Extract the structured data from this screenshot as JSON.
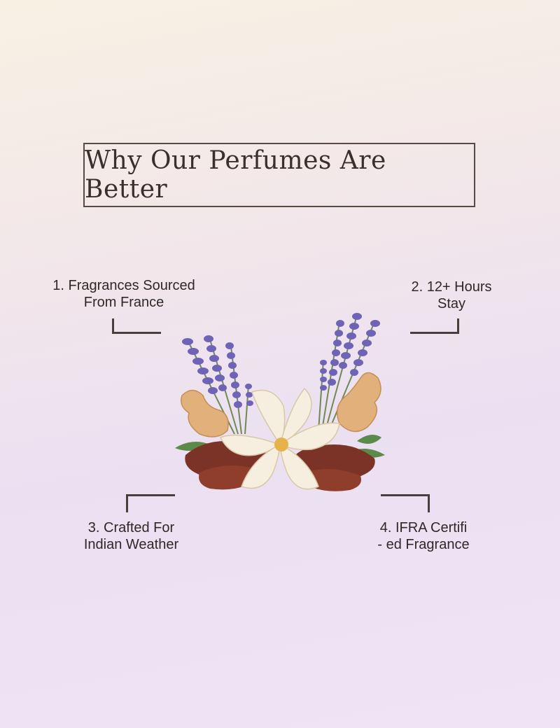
{
  "title": "Why Our Perfumes Are Better",
  "features": [
    {
      "line1": "1. Fragrances Sourced",
      "line2": "From France"
    },
    {
      "line1": "2. 12+ Hours",
      "line2": "Stay"
    },
    {
      "line1": "3. Crafted For",
      "line2": "Indian Weather"
    },
    {
      "line1": "4. IFRA Certifi",
      "line2": "- ed Fragrance"
    }
  ],
  "illustration": {
    "icon": "botanical-ingredients-illustration",
    "colors": {
      "lavender": "#6f63b8",
      "ginger": "#e2b07a",
      "flower": "#f6efdf",
      "pod": "#7a3326",
      "leaf": "#5b8a4a"
    }
  }
}
